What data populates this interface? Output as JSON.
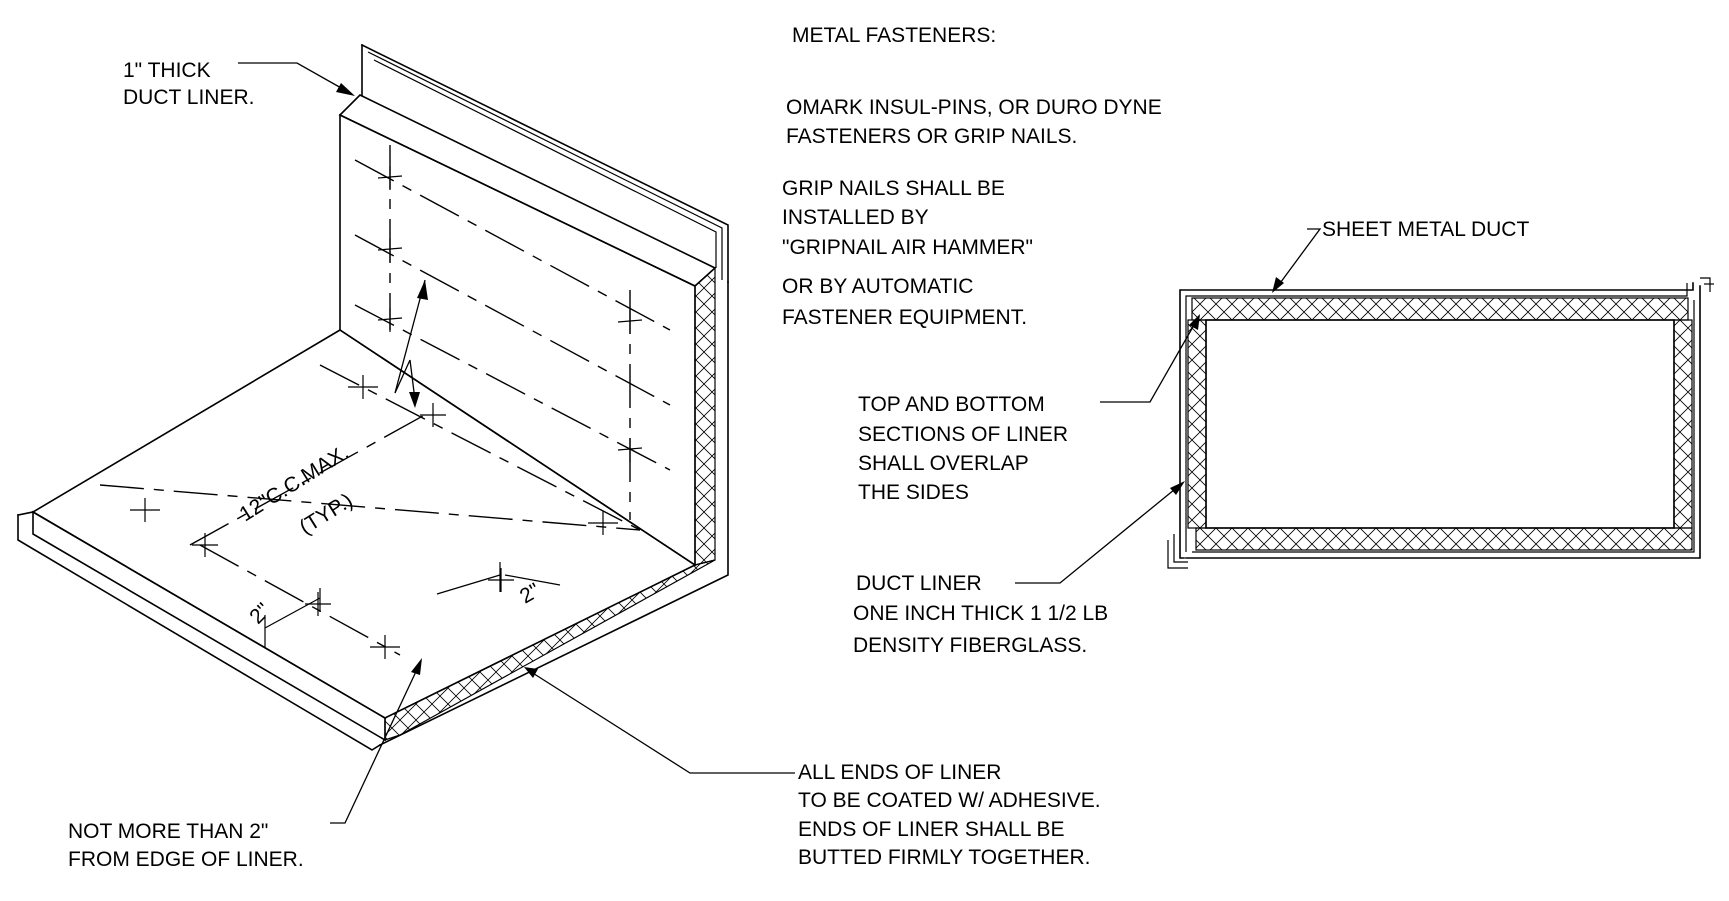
{
  "iso": {
    "top_label": [
      "1\" THICK",
      "DUCT LINER."
    ],
    "spacing_label": "12\"C.C.MAX.",
    "typ_label": "(TYP.)",
    "dim_left": "2\"",
    "dim_right": "2\"",
    "edge_note": [
      "NOT MORE THAN 2\"",
      "FROM EDGE OF LINER."
    ],
    "ends_note": [
      "ALL ENDS OF LINER",
      "TO BE COATED W/ ADHESIVE.",
      "ENDS OF LINER SHALL BE",
      "BUTTED FIRMLY TOGETHER."
    ]
  },
  "fasteners": {
    "title": "METAL FASTENERS:",
    "options": [
      "OMARK INSUL-PINS, OR DURO DYNE",
      "FASTENERS OR GRIP NAILS."
    ],
    "grip_nails": [
      "GRIP NAILS SHALL BE",
      "INSTALLED BY",
      "\"GRIPNAIL AIR HAMMER\"",
      "OR BY AUTOMATIC",
      "FASTENER EQUIPMENT."
    ]
  },
  "section": {
    "sheet_metal_label": "SHEET METAL DUCT",
    "overlap_note": [
      "TOP AND BOTTOM",
      "SECTIONS OF LINER",
      "SHALL OVERLAP",
      "THE SIDES"
    ],
    "liner_note": [
      "DUCT LINER",
      "ONE INCH THICK 1 1/2 LB",
      "DENSITY FIBERGLASS."
    ]
  }
}
